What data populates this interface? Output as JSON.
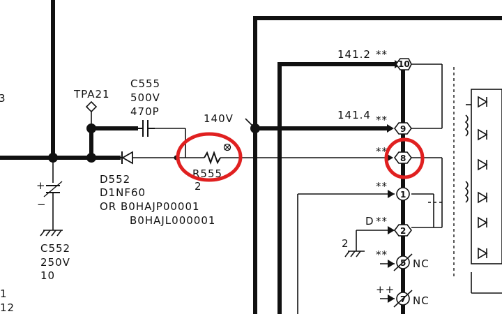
{
  "labels": {
    "tpa21": "TPA21",
    "c555_name": "C555",
    "c555_voltage": "500V",
    "c555_value": "470P",
    "d552_name": "D552",
    "d552_part": "D1NF60",
    "d552_alt1": "OR B0HAJP00001",
    "d552_alt2": "B0HAJL000001",
    "c552_name": "C552",
    "c552_voltage": "250V",
    "c552_value": "10",
    "r555_name": "R555",
    "r555_num": "2",
    "v140": "140V",
    "v1412": "141.2",
    "v1414": "141.4",
    "star_10": "**",
    "star_9": "**",
    "star_8": "**",
    "star_1": "**",
    "d_label": "D",
    "star_2": "**",
    "star_5": "**",
    "star_7": "++",
    "nc_5": "NC",
    "nc_7": "NC",
    "ground_2": "2",
    "plus": "+",
    "minus": "−",
    "left_3": "3",
    "left_1": "1",
    "left_12": "12"
  },
  "pins": {
    "p10": "10",
    "p9": "9",
    "p8": "8",
    "p1": "1",
    "p2": "2",
    "p5": "5",
    "p7": "7"
  },
  "highlight_color": "#e02020"
}
